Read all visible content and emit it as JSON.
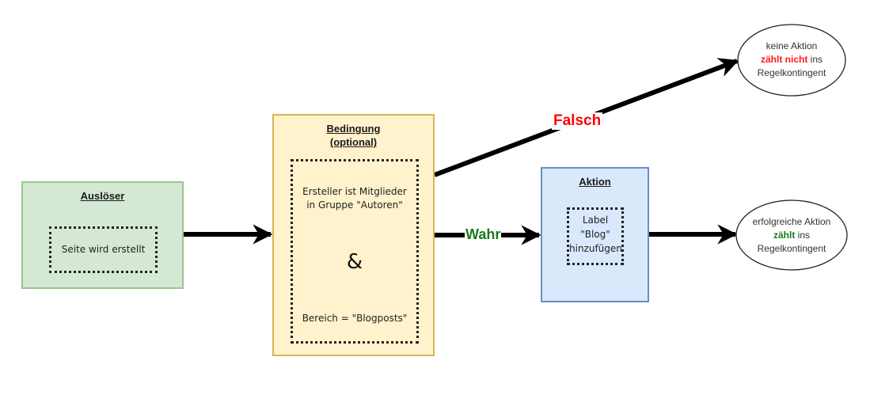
{
  "diagram": {
    "trigger": {
      "title": "Auslöser",
      "content": "Seite wird erstellt",
      "fill": "#d5e8d4",
      "stroke": "#97c78d"
    },
    "condition": {
      "title_line1": "Bedingung",
      "title_line2": "(optional)",
      "clause1_line1": "Ersteller ist Mitglieder",
      "clause1_line2": "in Gruppe \"Autoren\"",
      "operator": "&",
      "clause2": "Bereich = \"Blogposts\"",
      "fill": "#fff2cc",
      "stroke": "#d6b656"
    },
    "action": {
      "title": "Aktion",
      "content_line1": "Label",
      "content_line2": "\"Blog\"",
      "content_line3": "hinzufügen",
      "fill": "#dae8fc",
      "stroke": "#6c8ebf"
    },
    "edges": {
      "false_label": "Falsch",
      "false_color": "#ff0000",
      "true_label": "Wahr",
      "true_color": "#1a7a1a"
    },
    "outcome_no_action": {
      "line1": "keine Aktion",
      "highlight": "zählt nicht",
      "line2_suffix": " ins",
      "line3": "Regelkontingent"
    },
    "outcome_success": {
      "line1": "erfolgreiche Aktion",
      "highlight": "zählt",
      "line2_suffix": " ins",
      "line3": "Regelkontingent"
    }
  }
}
